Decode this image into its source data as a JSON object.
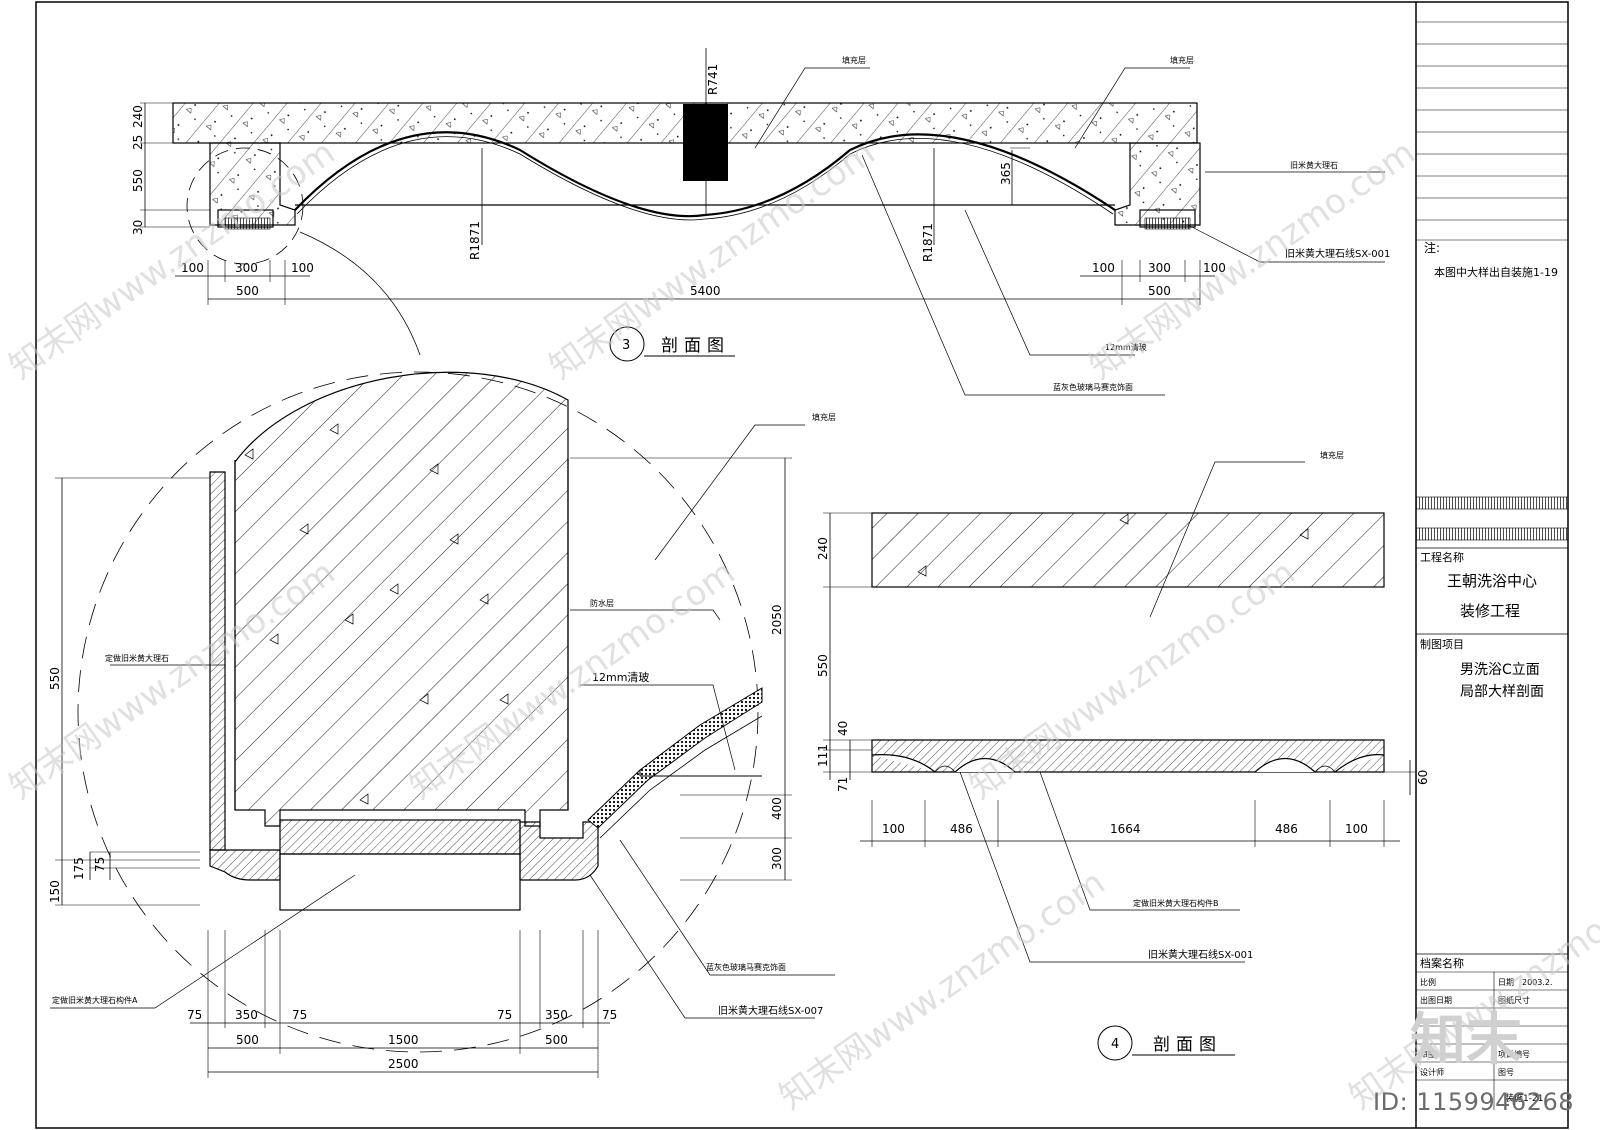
{
  "section3": {
    "title": "剖面图",
    "number": "3",
    "dims_left_vertical": [
      "240",
      "25",
      "550",
      "30"
    ],
    "dim_bottom_small": [
      "100",
      "300",
      "100",
      "100",
      "300",
      "100"
    ],
    "dim_bottom_mid": [
      "500",
      "5400",
      "500"
    ],
    "radius_top": "R741",
    "radius_left": "R1871",
    "radius_right": "R1871",
    "dim_365": "365",
    "labels": {
      "fill1": "填充层",
      "fill2": "填充层",
      "marble": "旧米黄大理石",
      "marble_line": "旧米黄大理石线SX-001",
      "glass": "12mm清玻",
      "mosaic": "蓝灰色玻璃马赛克饰面"
    }
  },
  "detail": {
    "dims_left": [
      "550",
      "175",
      "75",
      "150"
    ],
    "dims_right": [
      "2050",
      "400",
      "300"
    ],
    "dims_bottom1": [
      "75",
      "350",
      "75",
      "75",
      "350",
      "75"
    ],
    "dims_bottom2": [
      "500",
      "1500",
      "500"
    ],
    "dim_total": "2500",
    "labels": {
      "fill": "填充层",
      "waterproof": "防水层",
      "glass": "12mm清玻",
      "custom_marble": "定做旧米黄大理石",
      "mosaic": "蓝灰色玻璃马赛克饰面",
      "marble_line": "旧米黄大理石线SX-007",
      "component_a": "定做旧米黄大理石构件A"
    }
  },
  "section4": {
    "title": "剖面图",
    "number": "4",
    "dims_left": [
      "240",
      "550",
      "40",
      "111",
      "71"
    ],
    "dim_right": "60",
    "dims_bottom": [
      "100",
      "486",
      "1664",
      "486",
      "100"
    ],
    "labels": {
      "fill": "填充层",
      "component_b": "定做旧米黄大理石构件B",
      "marble_line": "旧米黄大理石线SX-001"
    }
  },
  "title_block": {
    "note_label": "注:",
    "note_text": "本图中大样出自装施1-19",
    "project_label": "工程名称",
    "project_line1": "王朝洗浴中心",
    "project_line2": "装修工程",
    "drawing_label": "制图项目",
    "drawing_line1": "男洗浴C立面",
    "drawing_line2": "局部大样剖面",
    "archive_label": "档案名称",
    "scale_label": "比例",
    "date_label": "日期",
    "date_value": "2003.2.",
    "drawing_date_label": "出图日期",
    "sheet_size_label": "图纸尺寸",
    "review_label": "审图",
    "project_no_label": "项目编号",
    "designer_label": "设计师",
    "sheet_no_label": "图号",
    "sheet_no_value": "装施1-21"
  },
  "watermark": {
    "site": "知末网www.znzmo.com",
    "logo": "知末",
    "id_text": "ID: 1159946268"
  }
}
